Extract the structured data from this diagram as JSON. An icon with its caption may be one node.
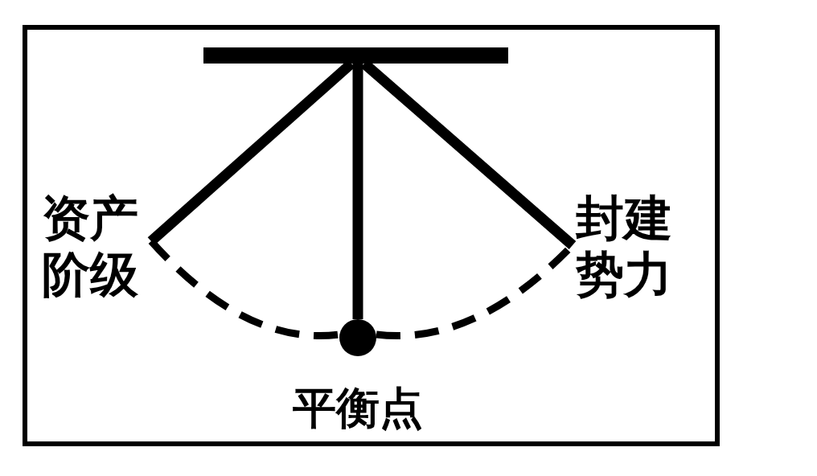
{
  "diagram": {
    "nodes": [
      {
        "text": [],
        "shape": "bar"
      },
      {
        "text": [
          "资产阶级"
        ]
      },
      {
        "text": [],
        "shape": "circle",
        "beside": [
          "平衡点"
        ]
      },
      {
        "text": [
          "封建势力"
        ]
      }
    ],
    "edges": [
      {
        "from": 0,
        "to": 1,
        "arrow": "none"
      },
      {
        "from": 0,
        "to": 2,
        "arrow": "none"
      },
      {
        "from": 0,
        "to": 3,
        "arrow": "none"
      },
      {
        "from": 1,
        "to": 2,
        "arrow": "none",
        "style": "dashed"
      },
      {
        "from": 2,
        "to": 3,
        "arrow": "none",
        "style": "dashed"
      }
    ]
  }
}
